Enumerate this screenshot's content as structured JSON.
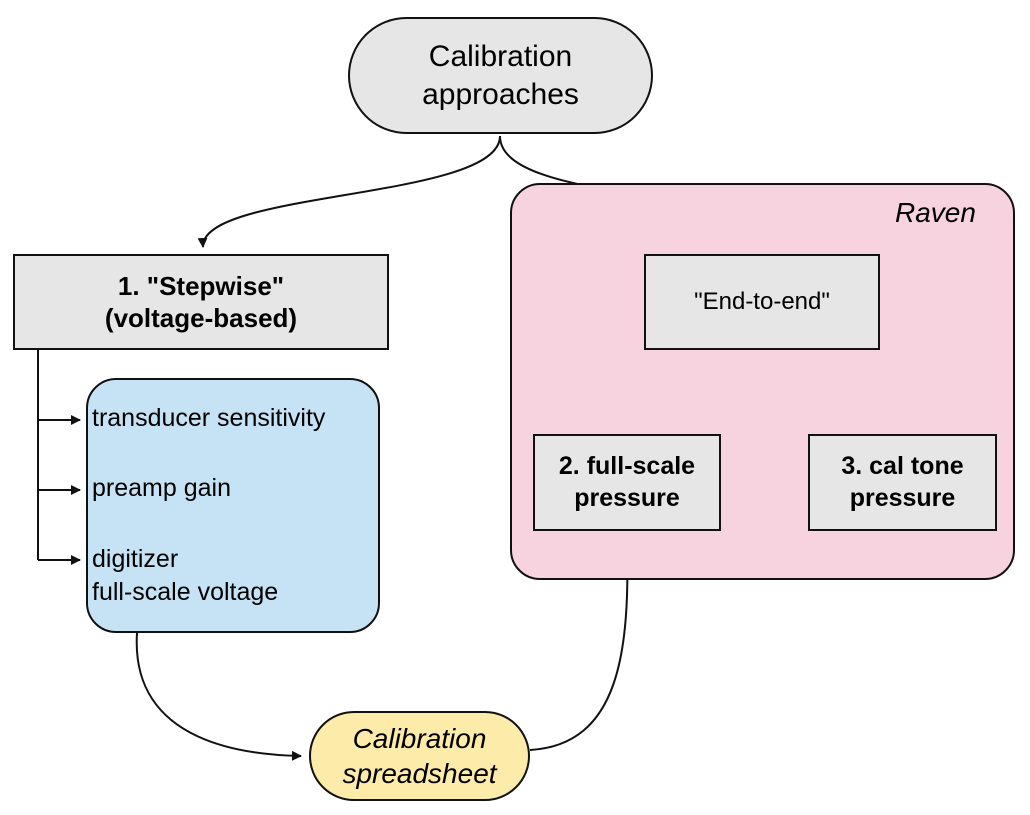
{
  "root": {
    "line1": "Calibration",
    "line2": "approaches"
  },
  "raven": {
    "label": "Raven"
  },
  "stepwise": {
    "line1": "1. \"Stepwise\"",
    "line2": "(voltage-based)"
  },
  "end_to_end": {
    "label": "\"End-to-end\""
  },
  "full_scale": {
    "line1": "2. full-scale",
    "line2": "pressure"
  },
  "cal_tone": {
    "line1": "3. cal tone",
    "line2": "pressure"
  },
  "parameters": [
    {
      "label": "transducer sensitivity"
    },
    {
      "label": "preamp gain"
    },
    {
      "label": "digitizer",
      "label2": "full-scale voltage"
    }
  ],
  "spreadsheet": {
    "line1": "Calibration",
    "line2": "spreadsheet"
  },
  "colors": {
    "node_gray": "#e6e6e6",
    "raven_panel": "#f7d2df",
    "parameters_panel": "#c6e3f5",
    "spreadsheet": "#fdebaa",
    "stroke": "#111111"
  }
}
